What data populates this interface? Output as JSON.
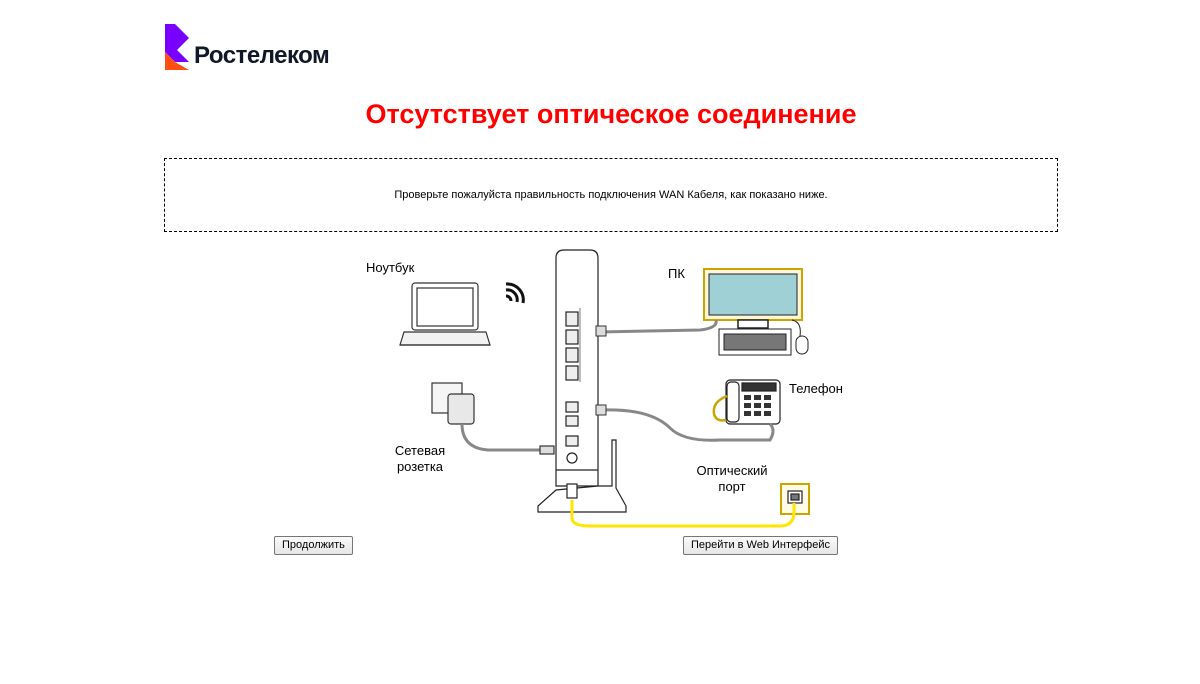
{
  "brand": {
    "name": "Ростелеком",
    "colors": {
      "primary": "#7700ff",
      "accent": "#ff4f12"
    }
  },
  "page": {
    "title": "Отсутствует оптическое соединение",
    "title_color": "#ff0000"
  },
  "notice": {
    "text": "Проверьте пожалуйста правильность подключения WAN Кабеля, как показано ниже."
  },
  "diagram": {
    "labels": {
      "laptop": "Ноутбук",
      "pc": "ПК",
      "phone": "Телефон",
      "outlet_line1": "Сетевая",
      "outlet_line2": "розетка",
      "optical_line1": "Оптический",
      "optical_line2": "порт"
    },
    "icons": [
      "laptop-icon",
      "wifi-icon",
      "router-icon",
      "pc-monitor-icon",
      "keyboard-icon",
      "mouse-icon",
      "phone-icon",
      "power-adapter-icon",
      "optical-port-icon"
    ]
  },
  "buttons": {
    "continue": "Продолжить",
    "web_interface": "Перейти в Web Интерфейс"
  }
}
